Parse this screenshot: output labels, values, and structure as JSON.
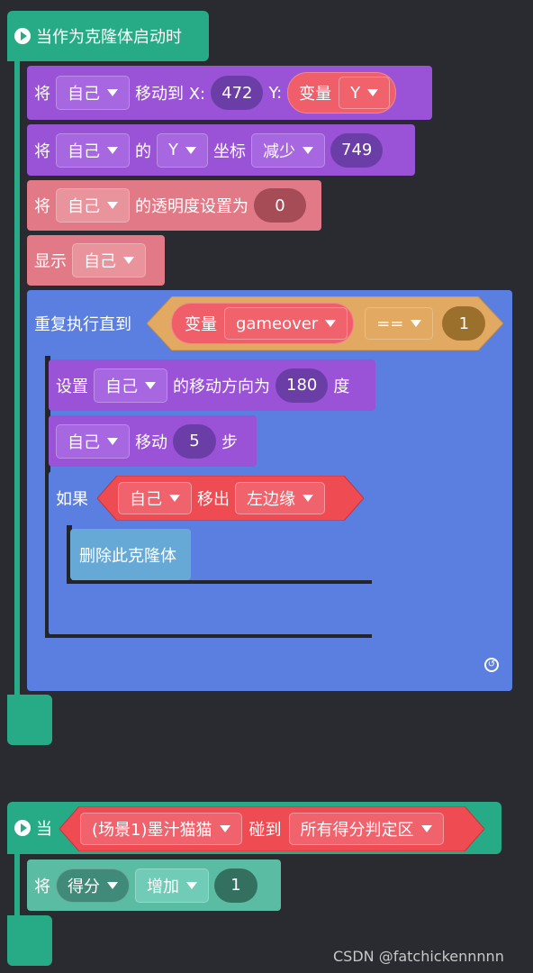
{
  "script1": {
    "hat_label": "当作为克隆体启动时",
    "move_to": {
      "prefix": "将",
      "target": "自己",
      "action": "移动到 X:",
      "x": "472",
      "y_label": "Y:",
      "var_label": "变量",
      "var_name": "Y"
    },
    "coord_change": {
      "prefix": "将",
      "target": "自己",
      "middle": "的",
      "axis": "Y",
      "label": "坐标",
      "op": "减少",
      "value": "749"
    },
    "opacity": {
      "prefix": "将",
      "target": "自己",
      "label": "的透明度设置为",
      "value": "0"
    },
    "show": {
      "label": "显示",
      "target": "自己"
    },
    "repeat": {
      "label": "重复执行直到",
      "var_label": "变量",
      "var_name": "gameover",
      "op": "==",
      "value": "1",
      "direction": {
        "label": "设置",
        "target": "自己",
        "middle": "的移动方向为",
        "value": "180",
        "unit": "度"
      },
      "move": {
        "target": "自己",
        "label": "移动",
        "value": "5",
        "unit": "步"
      },
      "if": {
        "label": "如果",
        "target": "自己",
        "middle": "移出",
        "edge": "左边缘",
        "action": "删除此克隆体"
      }
    }
  },
  "script2": {
    "hat_label": "当",
    "sprite": "(场景1)墨汁猫猫",
    "touch_label": "碰到",
    "target": "所有得分判定区",
    "change": {
      "prefix": "将",
      "var": "得分",
      "op": "增加",
      "value": "1"
    }
  },
  "watermark": "CSDN @fatchickennnnn"
}
